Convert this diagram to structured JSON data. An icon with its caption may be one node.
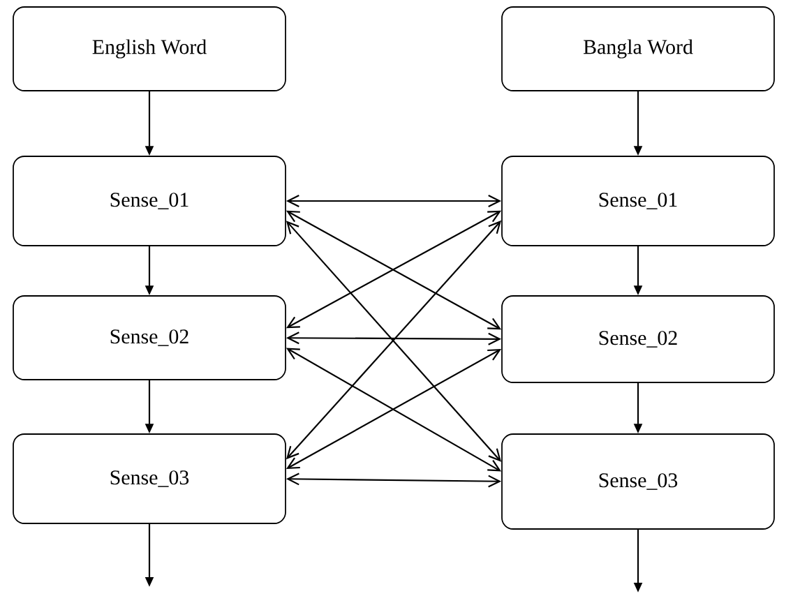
{
  "diagram": {
    "nodes": [
      {
        "text": [
          "English Word"
        ]
      },
      {
        "text": [
          "Sense_01"
        ]
      },
      {
        "text": [
          "Sense_02"
        ]
      },
      {
        "text": [
          "Sense_03"
        ]
      },
      {
        "text": [
          "Bangla Word"
        ]
      },
      {
        "text": [
          "Sense_01"
        ]
      },
      {
        "text": [
          "Sense_02"
        ]
      },
      {
        "text": [
          "Sense_03"
        ]
      }
    ],
    "edges": [
      {
        "from": 0,
        "to": 1,
        "arrow": "to"
      },
      {
        "from": 1,
        "to": 2,
        "arrow": "to"
      },
      {
        "from": 2,
        "to": 3,
        "arrow": "to"
      },
      {
        "from": 3,
        "to": null,
        "arrow": "to"
      },
      {
        "from": 4,
        "to": 5,
        "arrow": "to"
      },
      {
        "from": 5,
        "to": 6,
        "arrow": "to"
      },
      {
        "from": 6,
        "to": 7,
        "arrow": "to"
      },
      {
        "from": 7,
        "to": null,
        "arrow": "to"
      },
      {
        "from": 1,
        "to": 5,
        "arrow": "both"
      },
      {
        "from": 1,
        "to": 6,
        "arrow": "both"
      },
      {
        "from": 1,
        "to": 7,
        "arrow": "both"
      },
      {
        "from": 2,
        "to": 5,
        "arrow": "both"
      },
      {
        "from": 2,
        "to": 6,
        "arrow": "both"
      },
      {
        "from": 2,
        "to": 7,
        "arrow": "both"
      },
      {
        "from": 3,
        "to": 5,
        "arrow": "both"
      },
      {
        "from": 3,
        "to": 6,
        "arrow": "both"
      },
      {
        "from": 3,
        "to": 7,
        "arrow": "both"
      }
    ]
  }
}
